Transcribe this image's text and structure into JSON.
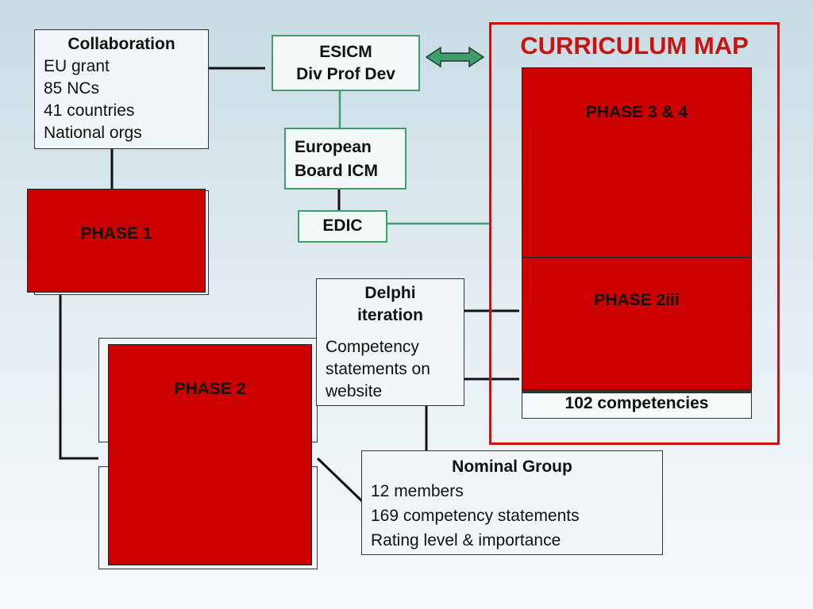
{
  "collaboration": {
    "title": "Collaboration",
    "items": [
      "EU grant",
      "85 NCs",
      "41 countries",
      "National orgs"
    ]
  },
  "esicm": {
    "line1": "ESICM",
    "line2": "Div Prof Dev"
  },
  "european_board": {
    "line1": "European",
    "line2": "Board ICM"
  },
  "edic": {
    "label": "EDIC"
  },
  "phase1": {
    "label": "PHASE 1"
  },
  "phase2": {
    "label": "PHASE 2"
  },
  "delphi": {
    "title_line1": "Delphi",
    "title_line2": "iteration",
    "body": [
      "Competency",
      "statements on",
      "website"
    ]
  },
  "nominal_group": {
    "title": "Nominal Group",
    "items": [
      "12 members",
      "169 competency statements",
      "Rating level & importance"
    ]
  },
  "curriculum_map": {
    "title": "CURRICULUM MAP",
    "phase34": "PHASE 3 & 4",
    "phase2iii": "PHASE 2iii",
    "competencies": "102 competencies"
  },
  "colors": {
    "red": "#cc0000",
    "green": "#3f9e6c",
    "frame_red": "#cc1111"
  }
}
